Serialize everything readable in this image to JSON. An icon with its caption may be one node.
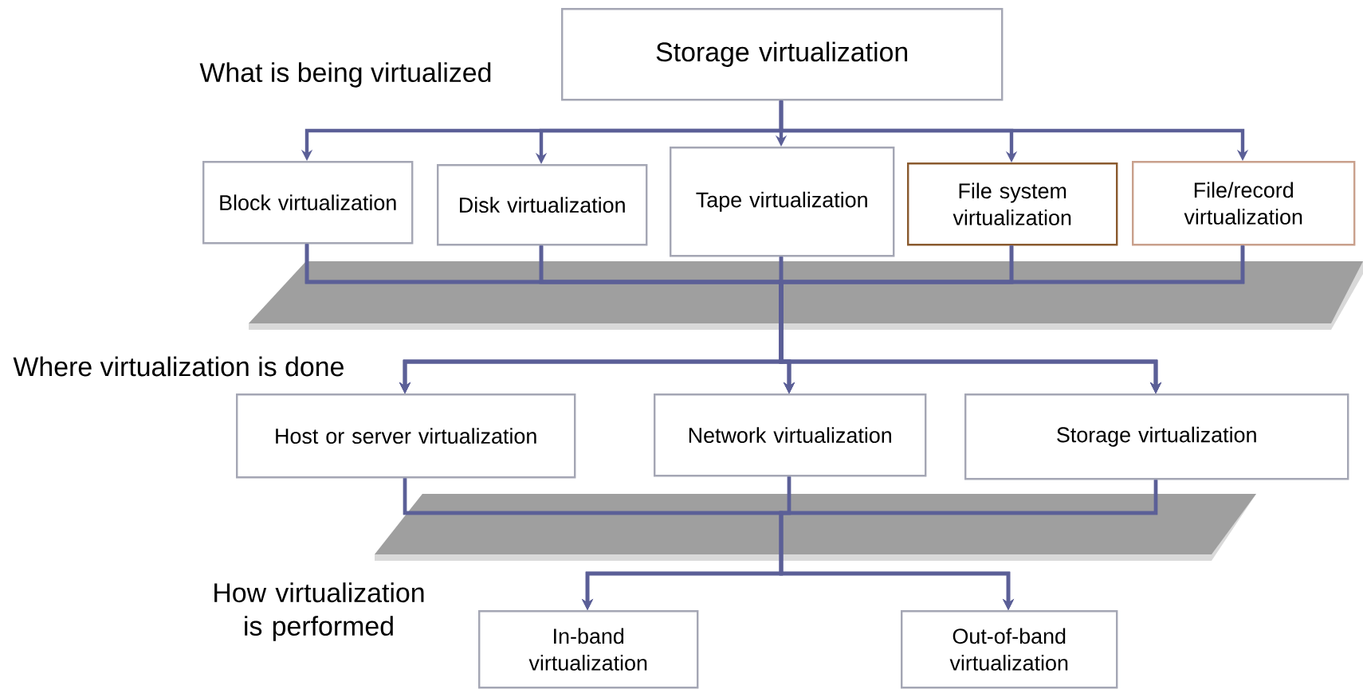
{
  "diagram": {
    "nodes": [
      {
        "text": [
          "Storage virtualization"
        ]
      },
      {
        "text": [
          "Block virtualization"
        ]
      },
      {
        "text": [
          "Disk virtualization"
        ]
      },
      {
        "text": [
          "Tape virtualization"
        ]
      },
      {
        "text": [
          "File system virtualization"
        ]
      },
      {
        "text": [
          "File/record virtualization"
        ]
      },
      {
        "text": [
          "Host or server virtualization"
        ]
      },
      {
        "text": [
          "Network virtualization"
        ]
      },
      {
        "text": [
          "Storage virtualization"
        ]
      },
      {
        "text": [
          "In-band virtualization"
        ]
      },
      {
        "text": [
          "Out-of-band virtualization"
        ]
      }
    ],
    "edges": [
      {
        "from": 0,
        "to": 1,
        "arrow": "to"
      },
      {
        "from": 0,
        "to": 2,
        "arrow": "to"
      },
      {
        "from": 0,
        "to": 3,
        "arrow": "to"
      },
      {
        "from": 0,
        "to": 4,
        "arrow": "to"
      },
      {
        "from": 0,
        "to": 5,
        "arrow": "to"
      },
      {
        "from": 1,
        "to": 6,
        "arrow": "to"
      },
      {
        "from": 1,
        "to": 7,
        "arrow": "to"
      },
      {
        "from": 1,
        "to": 8,
        "arrow": "to"
      },
      {
        "from": 2,
        "to": 6,
        "arrow": "to"
      },
      {
        "from": 2,
        "to": 7,
        "arrow": "to"
      },
      {
        "from": 2,
        "to": 8,
        "arrow": "to"
      },
      {
        "from": 3,
        "to": 6,
        "arrow": "to"
      },
      {
        "from": 3,
        "to": 7,
        "arrow": "to"
      },
      {
        "from": 3,
        "to": 8,
        "arrow": "to"
      },
      {
        "from": 4,
        "to": 6,
        "arrow": "to"
      },
      {
        "from": 4,
        "to": 7,
        "arrow": "to"
      },
      {
        "from": 4,
        "to": 8,
        "arrow": "to"
      },
      {
        "from": 5,
        "to": 6,
        "arrow": "to"
      },
      {
        "from": 5,
        "to": 7,
        "arrow": "to"
      },
      {
        "from": 5,
        "to": 8,
        "arrow": "to"
      },
      {
        "from": 6,
        "to": 9,
        "arrow": "to"
      },
      {
        "from": 6,
        "to": 10,
        "arrow": "to"
      },
      {
        "from": 7,
        "to": 9,
        "arrow": "to"
      },
      {
        "from": 7,
        "to": 10,
        "arrow": "to"
      },
      {
        "from": 8,
        "to": 9,
        "arrow": "to"
      },
      {
        "from": 8,
        "to": 10,
        "arrow": "to"
      }
    ],
    "labels": [
      "What is being virtualized",
      "Where virtualization is done",
      "How virtualization is performed"
    ]
  }
}
